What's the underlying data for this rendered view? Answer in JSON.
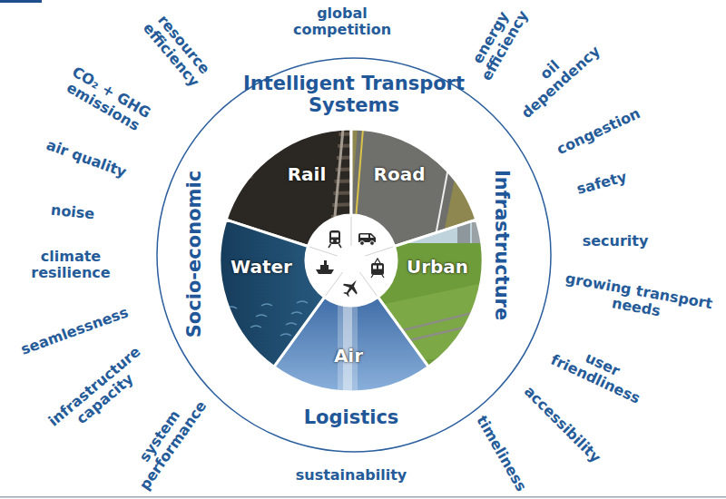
{
  "diagram": {
    "nodes": [
      {
        "text": [
          "Intelligent Transport Systems",
          "Infrastructure",
          "Logistics",
          "Socio-economic"
        ]
      },
      {
        "text": [
          "Rail"
        ],
        "in": 0
      },
      {
        "text": [
          "Road"
        ],
        "in": 0
      },
      {
        "text": [
          "Urban"
        ],
        "in": 0
      },
      {
        "text": [
          "Air"
        ],
        "in": 0
      },
      {
        "text": [
          "Water"
        ],
        "in": 0
      }
    ],
    "labels": [
      "global competition",
      "energy efficiency",
      "oil dependency",
      "congestion",
      "safety",
      "security",
      "growing transport needs",
      "user friendliness",
      "accessibility",
      "timeliness",
      "sustainability",
      "system performance",
      "infrastructure capacity",
      "seamlessness",
      "climate resilience",
      "noise",
      "air quality",
      "CO₂ + GHG emissions",
      "resource efficiency"
    ]
  }
}
